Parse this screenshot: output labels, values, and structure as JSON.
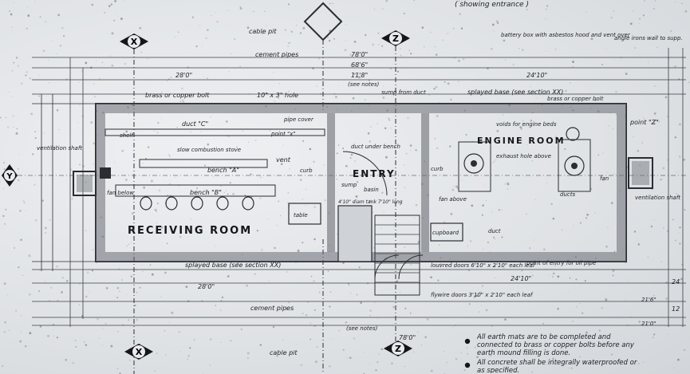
{
  "header": {
    "showing_entrance": "( showing entrance )"
  },
  "grid_markers": {
    "x_top": "X",
    "z_top": "Z",
    "x_bottom": "X",
    "z_bottom": "Z",
    "y_left": "Y"
  },
  "labels": {
    "cable_pit_top": "cable pit",
    "cement_pipes_top": "cement pipes",
    "level_78_top": "78'0\"",
    "level_68": "68'6\"",
    "level_118": "11'8\"",
    "see_notes_top": "(see notes)",
    "dim_2810_top": "28'0\"",
    "dim_2410_top": "24'10\"",
    "brass_bolt_top": "brass or copper bolt",
    "hole_top": "10\" x 3\" hole",
    "sump_from_duct": "sump from duct",
    "splayed_base_top": "splayed base (see section XX)",
    "battery_box": "battery box with asbestos hood and vent over",
    "angle_irons": "angle irons wall to supp.",
    "brass_bolt_right": "brass or copper bolt",
    "point_z": "point \"Z\"",
    "duct_c": "duct \"C\"",
    "pipe_cover": "pipe cover",
    "point_x": "point \"x\"",
    "shelf": "shelf",
    "voids": "voids for engine beds",
    "bench_a": "bench \"A\"",
    "bench_b": "bench \"B\"",
    "slow_combustion": "slow combustion stove",
    "vent": "vent",
    "exhaust_hole": "exhaust hole above",
    "duct_under_bench": "duct under bench",
    "curb": "curb",
    "curb_right": "curb",
    "ventilation_shaft_left": "ventilation shaft",
    "ventilation_shaft_right": "ventilation shaft",
    "fan_below": "fan below",
    "fan_above": "fan above",
    "fan": "fan",
    "ducts": "ducts",
    "duct": "duct",
    "cupboard": "cupboard",
    "table": "table",
    "sump": "sump",
    "basin": "basin",
    "tank": "4'10\" diam tank 7'10\" long",
    "splayed_base_bottom": "splayed base (see section XX)",
    "louvred_doors": "louvred doors 6'10\" x 2'10\" each leaf",
    "point_of_entry": "point of entry for oil pipe",
    "flywire_doors": "flywire doors 3'10\" x 2'10\" each leaf",
    "dim_2810_bottom": "28'0\"",
    "dim_2410_bottom": "24'10\"",
    "cement_pipes_bottom": "cement pipes",
    "see_notes_bottom": "(see notes)",
    "level_78_bottom": "78'0\"",
    "cable_pit_bottom": "cable pit",
    "dim_2110": "21'0\"",
    "dim_2110_small": "21'6\""
  },
  "rooms": {
    "receiving": "RECEIVING ROOM",
    "engine": "ENGINE ROOM",
    "entry": "ENTRY"
  },
  "notes": {
    "note1": "All earth mats are to be completed and connected to brass or copper bolts before any earth mound filling is done.",
    "note2": "All concrete shall be integrally waterproofed or as specified."
  },
  "margin_marks": {
    "a": "24",
    "b": "12"
  },
  "colors": {
    "paper": "#e3e6e9",
    "ink": "#1c1f24",
    "wall": "#6a6e74"
  }
}
